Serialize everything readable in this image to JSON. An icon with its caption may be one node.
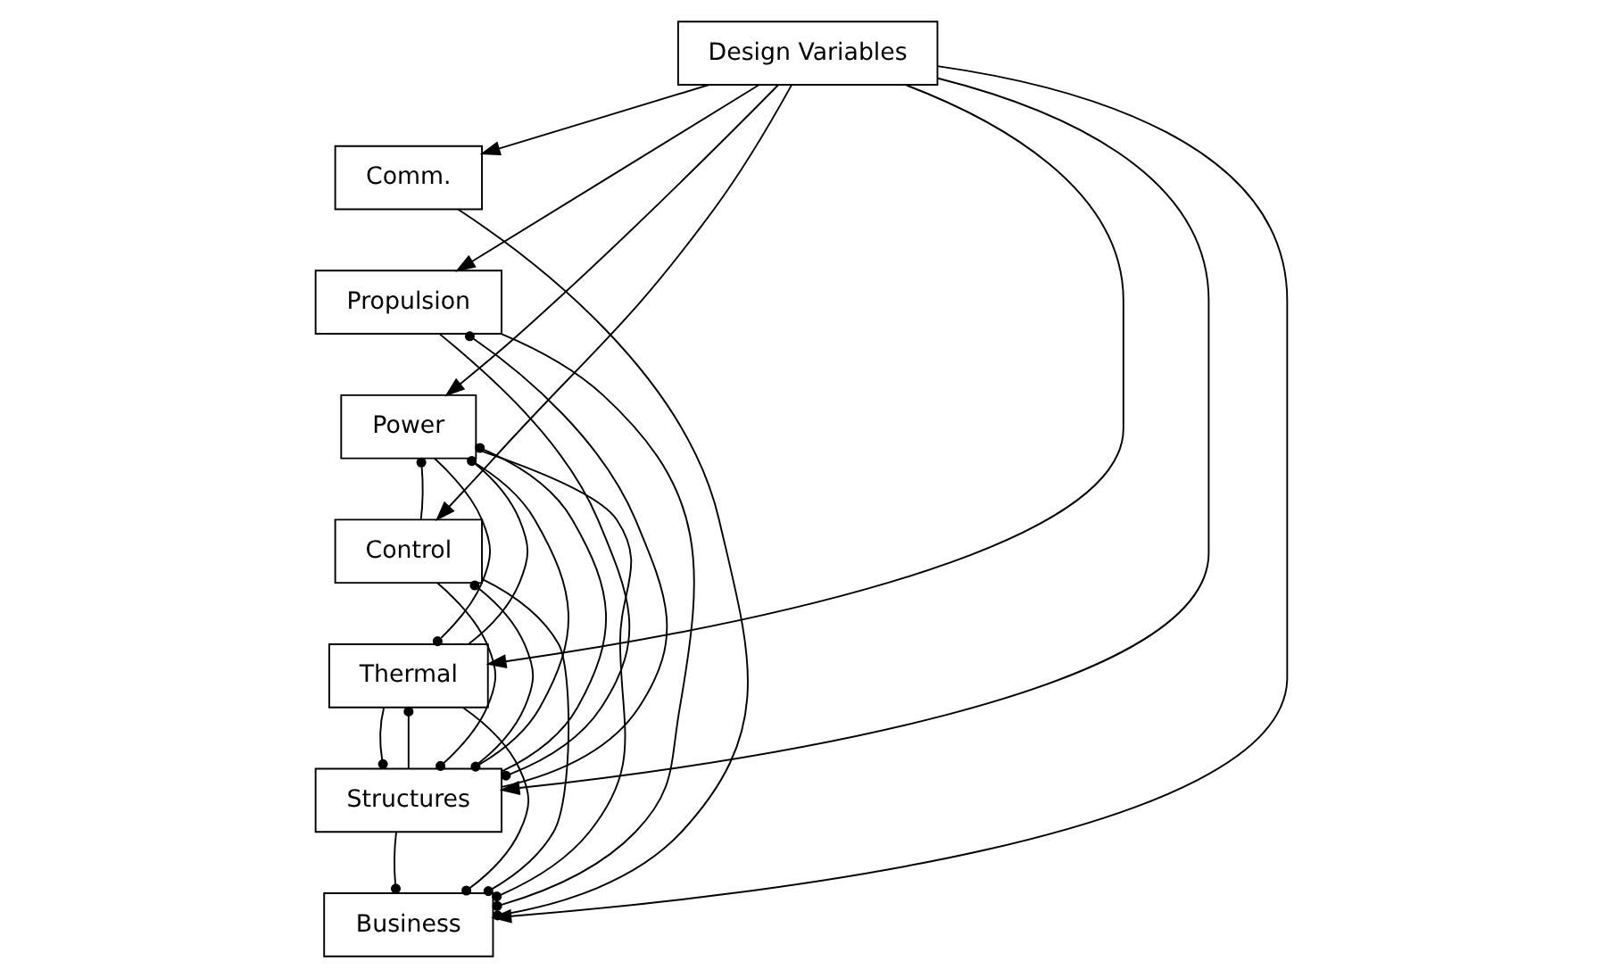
{
  "diagram": {
    "nodes": [
      {
        "text": [
          "Design Variables"
        ]
      },
      {
        "text": [
          "Comm."
        ]
      },
      {
        "text": [
          "Propulsion"
        ]
      },
      {
        "text": [
          "Power"
        ]
      },
      {
        "text": [
          "Control"
        ]
      },
      {
        "text": [
          "Thermal"
        ]
      },
      {
        "text": [
          "Structures"
        ]
      },
      {
        "text": [
          "Business"
        ]
      }
    ],
    "edges": [
      {
        "from": 0,
        "to": 1,
        "arrow": "to"
      },
      {
        "from": 0,
        "to": 2,
        "arrow": "to"
      },
      {
        "from": 0,
        "to": 3,
        "arrow": "to"
      },
      {
        "from": 0,
        "to": 4,
        "arrow": "to"
      },
      {
        "from": 0,
        "to": 5,
        "arrow": "to"
      },
      {
        "from": 0,
        "to": 6,
        "arrow": "to"
      },
      {
        "from": 0,
        "to": 7,
        "arrow": "to"
      },
      {
        "from": 1,
        "to": 7,
        "arrow": "other"
      },
      {
        "from": 2,
        "to": 6,
        "arrow": "other"
      },
      {
        "from": 2,
        "to": 7,
        "arrow": "other"
      },
      {
        "from": 3,
        "to": 5,
        "arrow": "other"
      },
      {
        "from": 3,
        "to": 6,
        "arrow": "other"
      },
      {
        "from": 3,
        "to": 7,
        "arrow": "other"
      },
      {
        "from": 4,
        "to": 3,
        "arrow": "other"
      },
      {
        "from": 4,
        "to": 6,
        "arrow": "other"
      },
      {
        "from": 4,
        "to": 7,
        "arrow": "other"
      },
      {
        "from": 5,
        "to": 3,
        "arrow": "other"
      },
      {
        "from": 5,
        "to": 6,
        "arrow": "other"
      },
      {
        "from": 5,
        "to": 7,
        "arrow": "other"
      },
      {
        "from": 6,
        "to": 2,
        "arrow": "other"
      },
      {
        "from": 6,
        "to": 3,
        "arrow": "other"
      },
      {
        "from": 6,
        "to": 4,
        "arrow": "other"
      },
      {
        "from": 6,
        "to": 5,
        "arrow": "other"
      },
      {
        "from": 6,
        "to": 7,
        "arrow": "other"
      }
    ]
  }
}
